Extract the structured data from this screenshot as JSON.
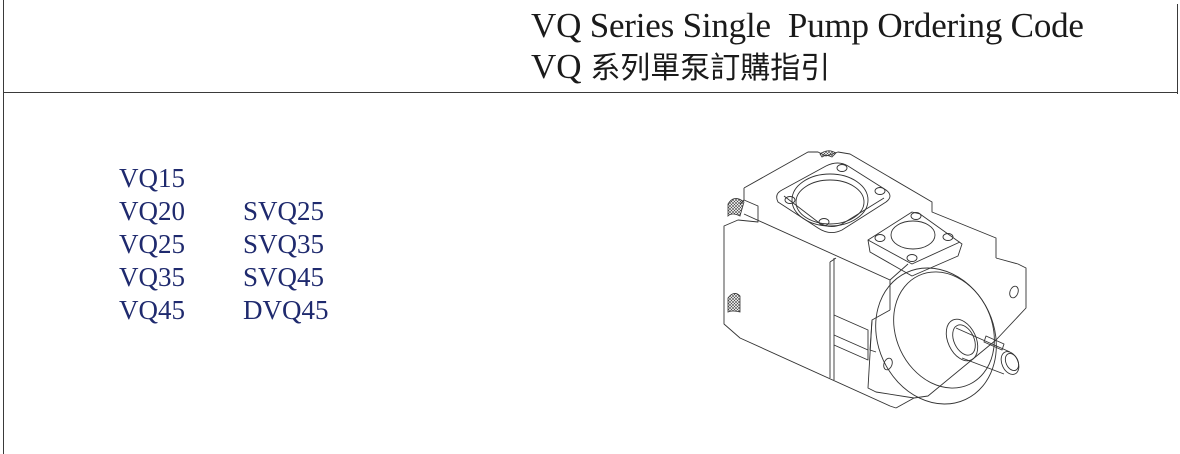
{
  "header": {
    "title_en": "VQ Series Single  Pump Ordering Code",
    "title_zh_prefix": "VQ ",
    "title_zh": "系列單泵訂購指引"
  },
  "models": {
    "column_1": [
      "VQ15",
      "VQ20",
      "VQ25",
      "VQ35",
      "VQ45"
    ],
    "column_2": [
      "",
      "SVQ25",
      "SVQ35",
      "SVQ45",
      "DVQ45"
    ]
  },
  "illustration": {
    "subject": "vane-pump-isometric-drawing"
  },
  "colors": {
    "model_text": "#1f2a6e",
    "title_text": "#1a1a1a",
    "rule": "#3a3a3a"
  }
}
